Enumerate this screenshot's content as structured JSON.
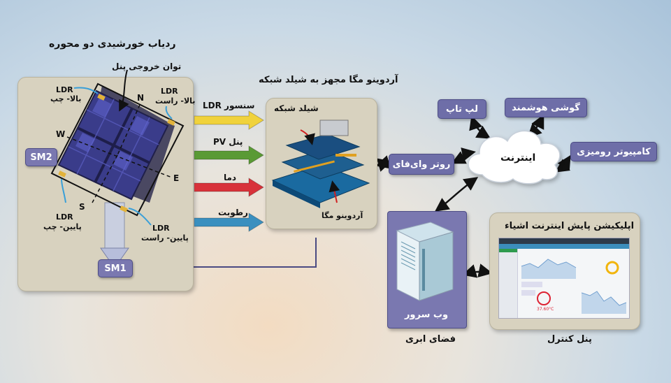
{
  "tracker": {
    "title": "ردیاب خورشیدی دو محوره",
    "output_label": "توان خروجی پنل",
    "ldr_tl": {
      "a": "LDR",
      "b": "بالا- چپ"
    },
    "ldr_tr": {
      "a": "LDR",
      "b": "بالا- راست"
    },
    "ldr_bl": {
      "a": "LDR",
      "b": "پایین- چپ"
    },
    "ldr_br": {
      "a": "LDR",
      "b": "پایین- راست"
    },
    "dir_n": "N",
    "dir_w": "W",
    "dir_e": "E",
    "dir_s": "S",
    "sm1": "SM1",
    "sm2": "SM2"
  },
  "signals": [
    {
      "label": "سنسور LDR",
      "color": "#f0d23c"
    },
    {
      "label": "پنل PV",
      "color": "#5a9a35"
    },
    {
      "label": "دما",
      "color": "#d8323a"
    },
    {
      "label": "رطوبت",
      "color": "#3a8fbf"
    }
  ],
  "arduino": {
    "title": "آردوینو مگا مجهز به شیلد شبکه",
    "shield": "شیلد شبکه",
    "mega": "آردوینو مگا"
  },
  "network": {
    "router": "روتر وای‌فای",
    "laptop": "لپ تاپ",
    "phone": "گوشی هوشمند",
    "desktop": "کامپیوتر رومیزی",
    "internet": "اینترنت"
  },
  "server": {
    "label": "وب سرور",
    "caption": "فضای ابری"
  },
  "control": {
    "title": "اپلیکیشن پایش اینترنت اشیاء",
    "caption": "پنل کنترل",
    "gauge_readout": "37.60°C"
  }
}
